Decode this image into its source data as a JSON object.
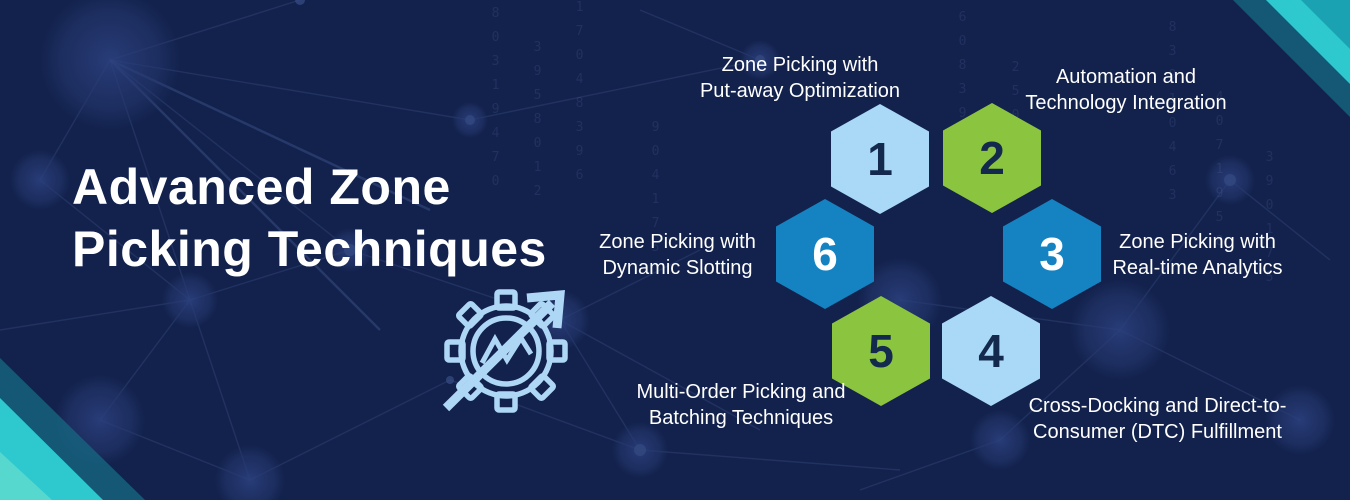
{
  "colors": {
    "background": "#13224d",
    "hex_light_blue": "#a9d9f7",
    "hex_green": "#8bc43f",
    "hex_blue": "#1583c2",
    "number_dark": "#14294e",
    "number_light": "#ffffff",
    "label_text": "#ffffff",
    "icon_stroke": "#aed7f6",
    "teal_dark": "#16607c",
    "teal_bright": "#2dc9cf",
    "teal_medium": "#1aa2b2",
    "teal_mint": "#56d8cf"
  },
  "title": {
    "line1": "Advanced Zone",
    "line2": "Picking Techniques"
  },
  "icon": {
    "name": "gear-growth-icon"
  },
  "items": [
    {
      "number": "1",
      "label_line1": "Zone Picking with",
      "label_line2": "Put-away Optimization",
      "hex_color": "#a9d9f7",
      "number_color": "#14294e",
      "label_position": "top"
    },
    {
      "number": "2",
      "label_line1": "Automation and",
      "label_line2": "Technology Integration",
      "hex_color": "#8bc43f",
      "number_color": "#14294e",
      "label_position": "top"
    },
    {
      "number": "3",
      "label_line1": "Zone Picking with",
      "label_line2": "Real-time Analytics",
      "hex_color": "#1583c2",
      "number_color": "#ffffff",
      "label_position": "right"
    },
    {
      "number": "4",
      "label_line1": "Cross-Docking and Direct-to-",
      "label_line2": "Consumer (DTC) Fulfillment",
      "hex_color": "#a9d9f7",
      "number_color": "#14294e",
      "label_position": "bottom"
    },
    {
      "number": "5",
      "label_line1": "Multi-Order Picking and",
      "label_line2": "Batching Techniques",
      "hex_color": "#8bc43f",
      "number_color": "#14294e",
      "label_position": "bottom"
    },
    {
      "number": "6",
      "label_line1": "Zone Picking with",
      "label_line2": "Dynamic Slotting",
      "hex_color": "#1583c2",
      "number_color": "#ffffff",
      "label_position": "left"
    }
  ]
}
